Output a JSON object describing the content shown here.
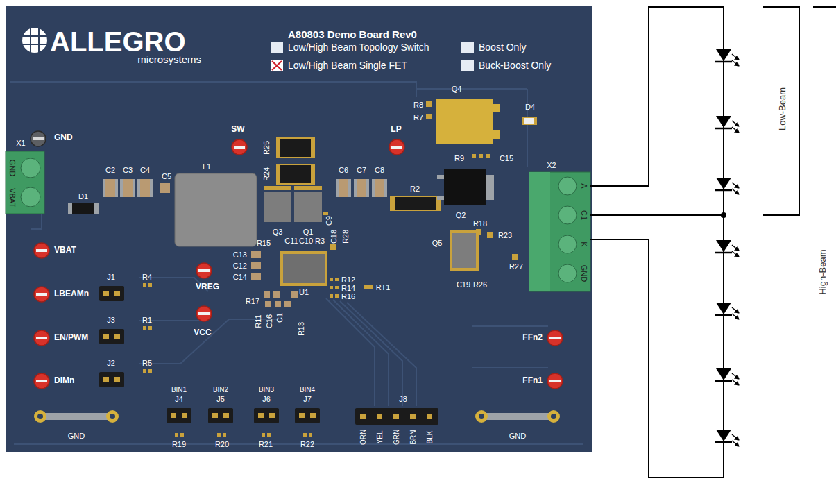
{
  "diagram": {
    "title": "A80803 Demo Board Rev0",
    "labels": [
      "ALLEGRO",
      "microsystems",
      "GND",
      "SW",
      "LP",
      "R8",
      "R7",
      "Q4",
      "D4",
      "R25",
      "R24",
      "X1",
      "GND",
      "VBAT",
      "C2",
      "C3",
      "C4",
      "C5",
      "L1",
      "C6",
      "C7",
      "C8",
      "R9",
      "C15",
      "X2",
      "A",
      "C1",
      "K",
      "GND",
      "D1",
      "R2",
      "Q2",
      "C9",
      "Q3",
      "Q1",
      "R15",
      "C11",
      "C10",
      "R3",
      "C18",
      "R28",
      "R18",
      "R23",
      "R27",
      "Q5",
      "C19",
      "R26",
      "VBAT",
      "LBEAMn",
      "EN/PWM",
      "DIMn",
      "C13",
      "C12",
      "C14",
      "VREG",
      "U1",
      "R12",
      "R14",
      "RT1",
      "R16",
      "J1",
      "R4",
      "R17",
      "R11",
      "C16",
      "C1",
      "R13",
      "VCC",
      "J3",
      "R1",
      "FFn2",
      "J2",
      "R5",
      "FFn1",
      "BIN1",
      "J4",
      "BIN2",
      "J5",
      "BIN3",
      "J6",
      "BIN4",
      "J7",
      "J8",
      "ORN",
      "YEL",
      "GRN",
      "BRN",
      "BLK",
      "GND",
      "R19",
      "R20",
      "R21",
      "R22",
      "GND",
      "Low-Beam",
      "High-Beam"
    ],
    "legend": [
      {
        "text": "Low/High Beam Topology Switch",
        "color": "#e6ecf4"
      },
      {
        "text": "Low/High Beam Single FET"
      },
      {
        "text": "Boost Only",
        "color": "#e6ecf4"
      },
      {
        "text": "Buck-Boost Only",
        "color": "#e6ecf4"
      }
    ]
  }
}
